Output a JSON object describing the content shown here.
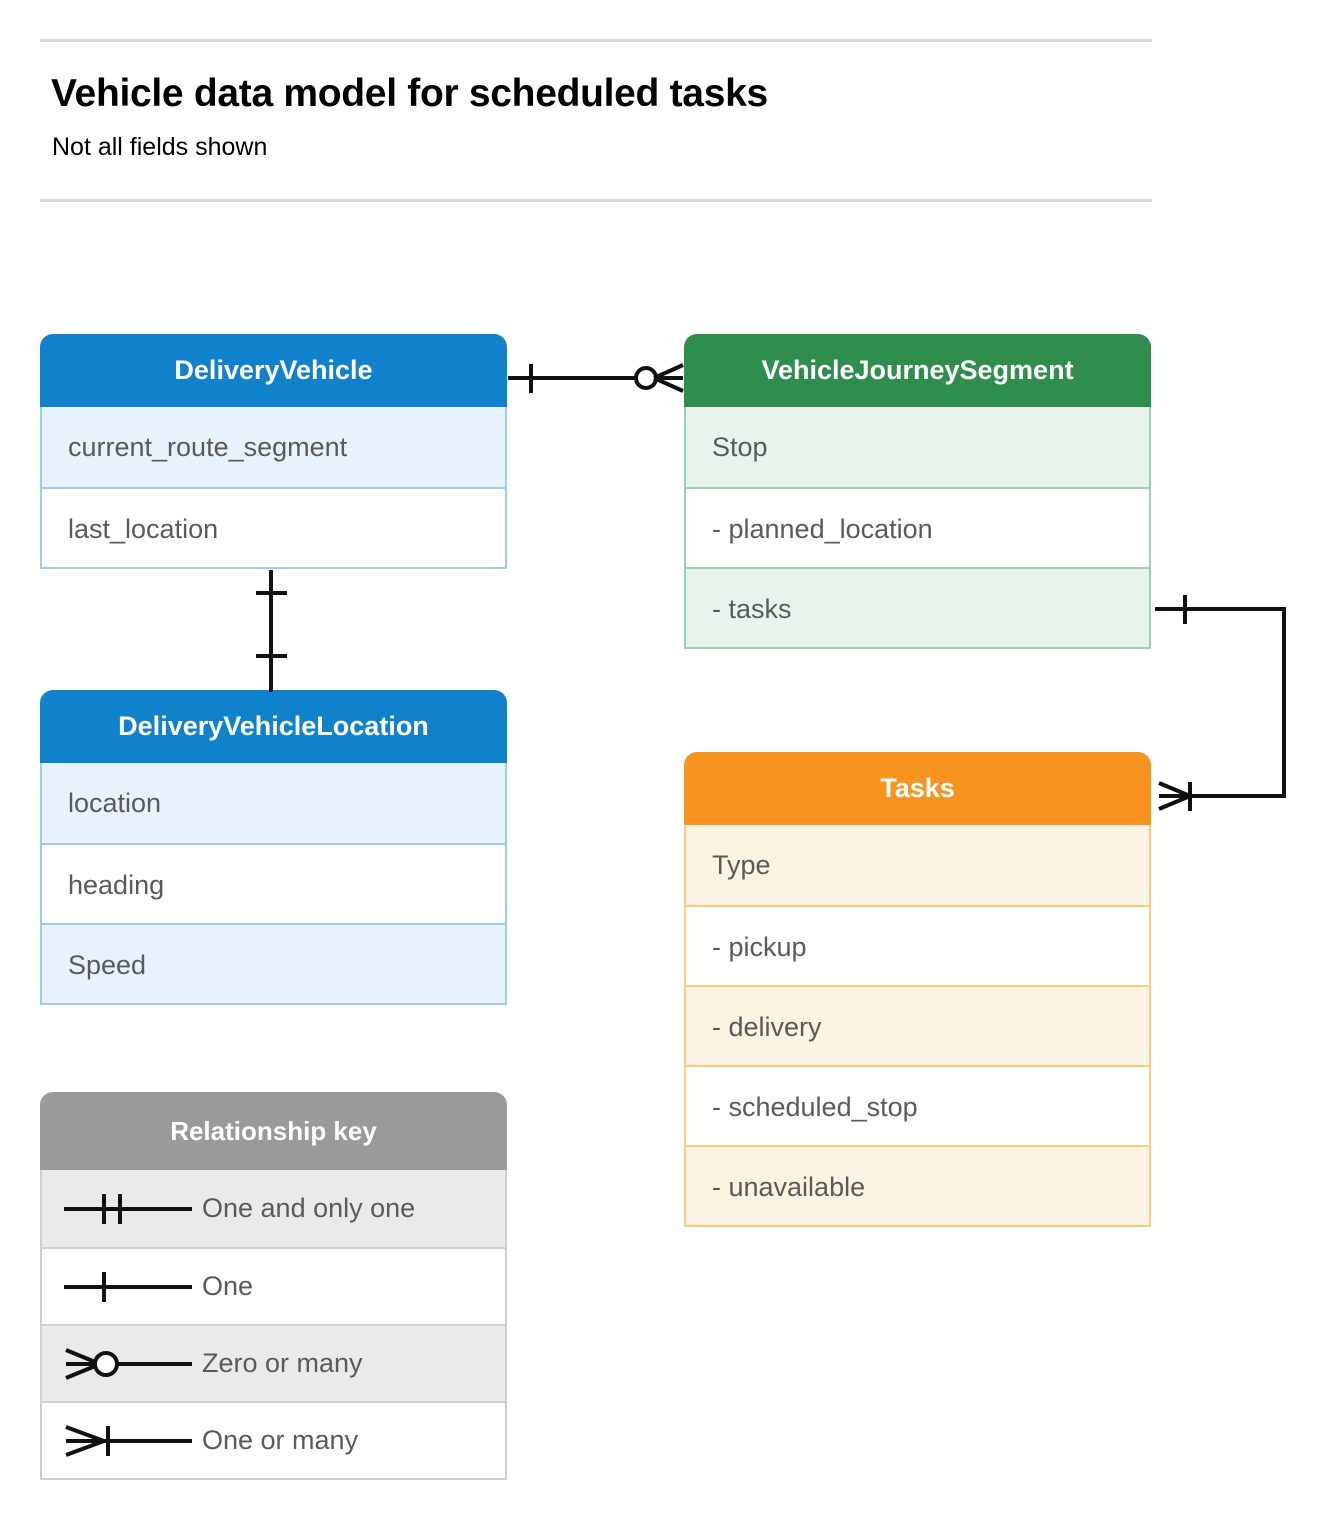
{
  "header": {
    "title": "Vehicle data model for scheduled tasks",
    "subtitle": "Not all fields shown"
  },
  "colors": {
    "blue_header": "#1081cb",
    "blue_row_alt": "#e8f2fd",
    "blue_border": "#9ccdf0",
    "green_header": "#2f8e4e",
    "green_row_alt": "#e8f3ec",
    "green_border": "#9ed1ad",
    "orange_header": "#f7941f",
    "orange_row_alt": "#fdf3e2",
    "orange_border": "#fbcb7e",
    "gray_header": "#9a9a9a",
    "gray_row_alt": "#eaeaea",
    "text": "#5a5a5a",
    "rule": "#d7d7d7",
    "connector": "#000000"
  },
  "entities": {
    "delivery_vehicle": {
      "title": "DeliveryVehicle",
      "fields": [
        "current_route_segment",
        "last_location"
      ]
    },
    "vehicle_journey_segment": {
      "title": "VehicleJourneySegment",
      "fields": [
        "Stop",
        "-  planned_location",
        "- tasks"
      ]
    },
    "delivery_vehicle_location": {
      "title": "DeliveryVehicleLocation",
      "fields": [
        "location",
        "heading",
        "Speed"
      ]
    },
    "tasks": {
      "title": "Tasks",
      "fields": [
        "Type",
        "-  pickup",
        "-  delivery",
        "-  scheduled_stop",
        "-  unavailable"
      ]
    }
  },
  "legend": {
    "title": "Relationship key",
    "items": [
      {
        "label": "One and only one",
        "symbol": "one-and-only-one-symbol"
      },
      {
        "label": "One",
        "symbol": "one-symbol"
      },
      {
        "label": "Zero or many",
        "symbol": "zero-or-many-symbol"
      },
      {
        "label": "One or many",
        "symbol": "one-or-many-symbol"
      }
    ]
  },
  "relationships": [
    {
      "name": "deliveryvehicle-to-vehiclejourneysegment",
      "from": "DeliveryVehicle",
      "to": "VehicleJourneySegment",
      "from_cardinality": "One",
      "to_cardinality": "Zero or many"
    },
    {
      "name": "deliveryvehicle-to-deliveryvehiclelocation",
      "from": "DeliveryVehicle",
      "to": "DeliveryVehicleLocation",
      "from_cardinality": "One",
      "to_cardinality": "One"
    },
    {
      "name": "vehiclejourneysegment-tasks-to-tasks",
      "from": "VehicleJourneySegment.tasks",
      "to": "Tasks",
      "from_cardinality": "One",
      "to_cardinality": "One or many"
    }
  ]
}
